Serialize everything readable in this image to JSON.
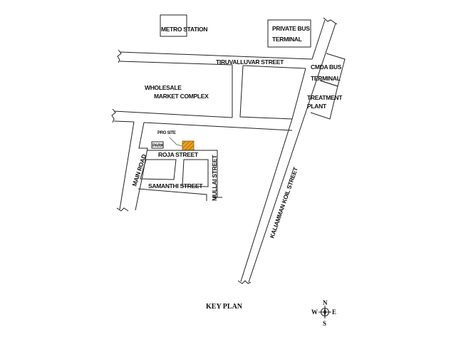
{
  "map": {
    "title": "KEY PLAN",
    "landmarks": {
      "metro_station": "METRO STATION",
      "private_bus_terminal_line1": "PRIVATE BUS",
      "private_bus_terminal_line2": "TERMINAL",
      "cmda_bus_terminal_line1": "CMDA BUS",
      "cmda_bus_terminal_line2": "TERMINAL",
      "treatment_plant_line1": "TREATMENT",
      "treatment_plant_line2": "PLANT",
      "wholesale_line1": "WHOLESALE",
      "wholesale_line2": "MARKET COMPLEX",
      "pro_site": "PRO SITE",
      "park": "PARK"
    },
    "streets": {
      "tiruvalluvar": "TIRUVALLUVAR  STREET",
      "roja": "ROJA  STREET",
      "samanthi": "SAMANTHI  STREET",
      "mullai": "MULLAI STREET",
      "main_road": "MAIN ROAD",
      "kaliamman": "KALIAMMAN KOIL STREET"
    },
    "compass": {
      "n": "N",
      "s": "S",
      "e": "E",
      "w": "W"
    },
    "colors": {
      "site_fill": "#f0a020",
      "site_hatch": "#8a5a00",
      "line": "#222222"
    }
  }
}
